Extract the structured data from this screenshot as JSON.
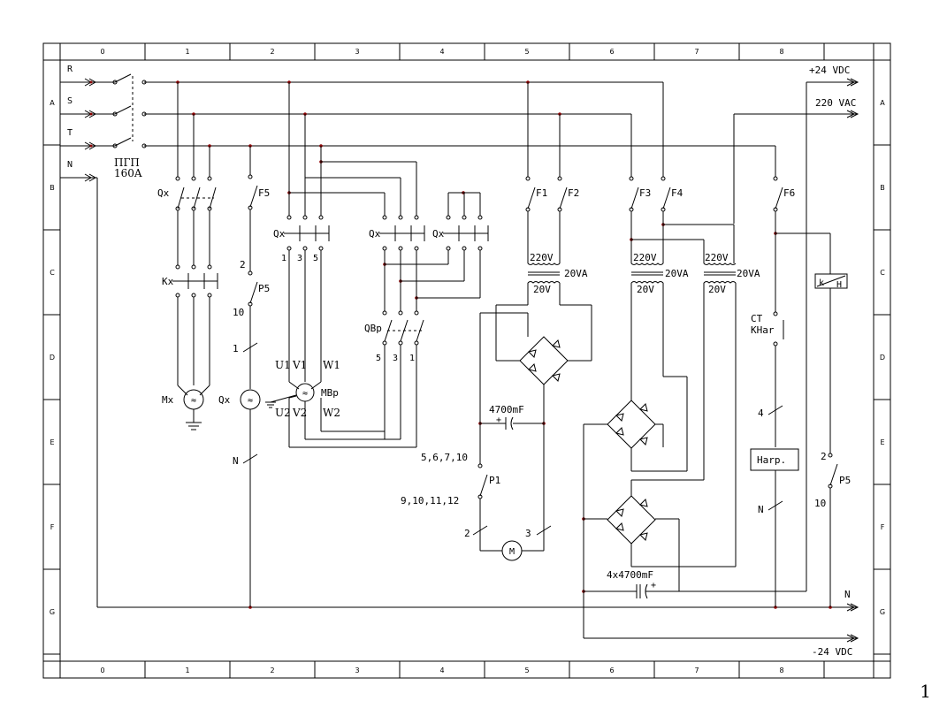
{
  "frame": {
    "columns": [
      "0",
      "1",
      "2",
      "3",
      "4",
      "5",
      "6",
      "7",
      "8"
    ],
    "rows": [
      "A",
      "B",
      "C",
      "D",
      "E",
      "F",
      "G"
    ]
  },
  "supply": {
    "phases": [
      "R",
      "S",
      "T",
      "N"
    ],
    "main_switch": "ПГП",
    "main_rating": "160A",
    "outputs": {
      "plus24": "+24 VDC",
      "ac220": "220 VAC",
      "neutral": "N",
      "minus24": "-24 VDC"
    }
  },
  "labels": {
    "qx": "Qx",
    "kx": "Kx",
    "mx": "Mx",
    "qbp": "QBp",
    "mvp": "MBp",
    "f1": "F1",
    "f2": "F2",
    "f3": "F3",
    "f4": "F4",
    "f5": "F5",
    "f6": "F6",
    "p5": "P5",
    "p1": "P1",
    "u1": "U1",
    "v1": "V1",
    "w1": "W1",
    "u2": "U2",
    "v2": "V2",
    "w2": "W2",
    "n1": "1",
    "n2": "2",
    "n3": "3",
    "n5": "5",
    "n10": "10",
    "n4": "4",
    "nN": "N",
    "tr_primary": "220V",
    "tr_secondary": "20V",
    "tr_power": "20VA",
    "cap1": "4700mF",
    "cap4": "4x4700mF",
    "p1_top": "5,6,7,10",
    "p1_bottom": "9,10,11,12",
    "ct": "CT",
    "khar": "KHar",
    "load": "Harp.",
    "kh_k": "k",
    "kh_h": "H",
    "plus": "+"
  },
  "page_number": "1"
}
